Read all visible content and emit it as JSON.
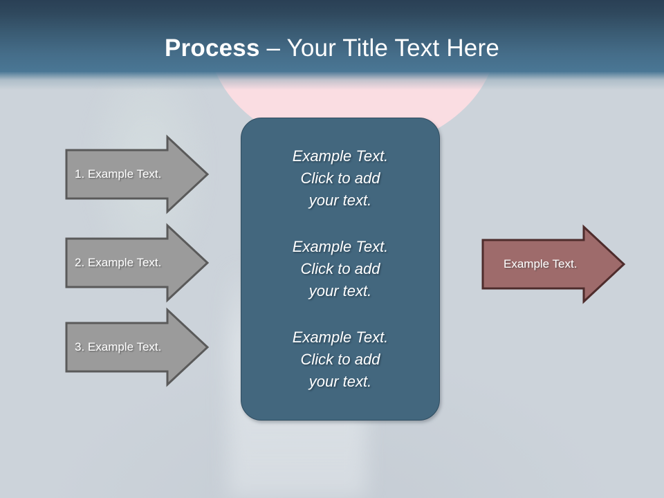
{
  "slide": {
    "title_bold": "Process ",
    "title_rest": "– Your Title Text Here",
    "background_color": "#ccd3da",
    "header_color_top": "#2a4055",
    "header_color_bottom": "#4a7795",
    "accent_pink": "#fadde2"
  },
  "left_arrows": [
    {
      "label": "1.  Example Text.",
      "fill": "#9b9b9b",
      "stroke": "#5a5a5a"
    },
    {
      "label": "2. Example Text.",
      "fill": "#9b9b9b",
      "stroke": "#5a5a5a"
    },
    {
      "label": "3. Example Text.",
      "fill": "#9b9b9b",
      "stroke": "#5a5a5a"
    }
  ],
  "centre_box": {
    "fill": "#43677e",
    "stroke": "#2e4c60",
    "paragraphs": [
      "Example Text.\nClick  to add\nyour text.",
      "Example Text.\nClick  to add\nyour text.",
      "Example Text.\nClick  to add\nyour text."
    ]
  },
  "right_arrow": {
    "label": "Example Text.",
    "fill": "#9e6b6b",
    "stroke": "#4e2c2c"
  }
}
